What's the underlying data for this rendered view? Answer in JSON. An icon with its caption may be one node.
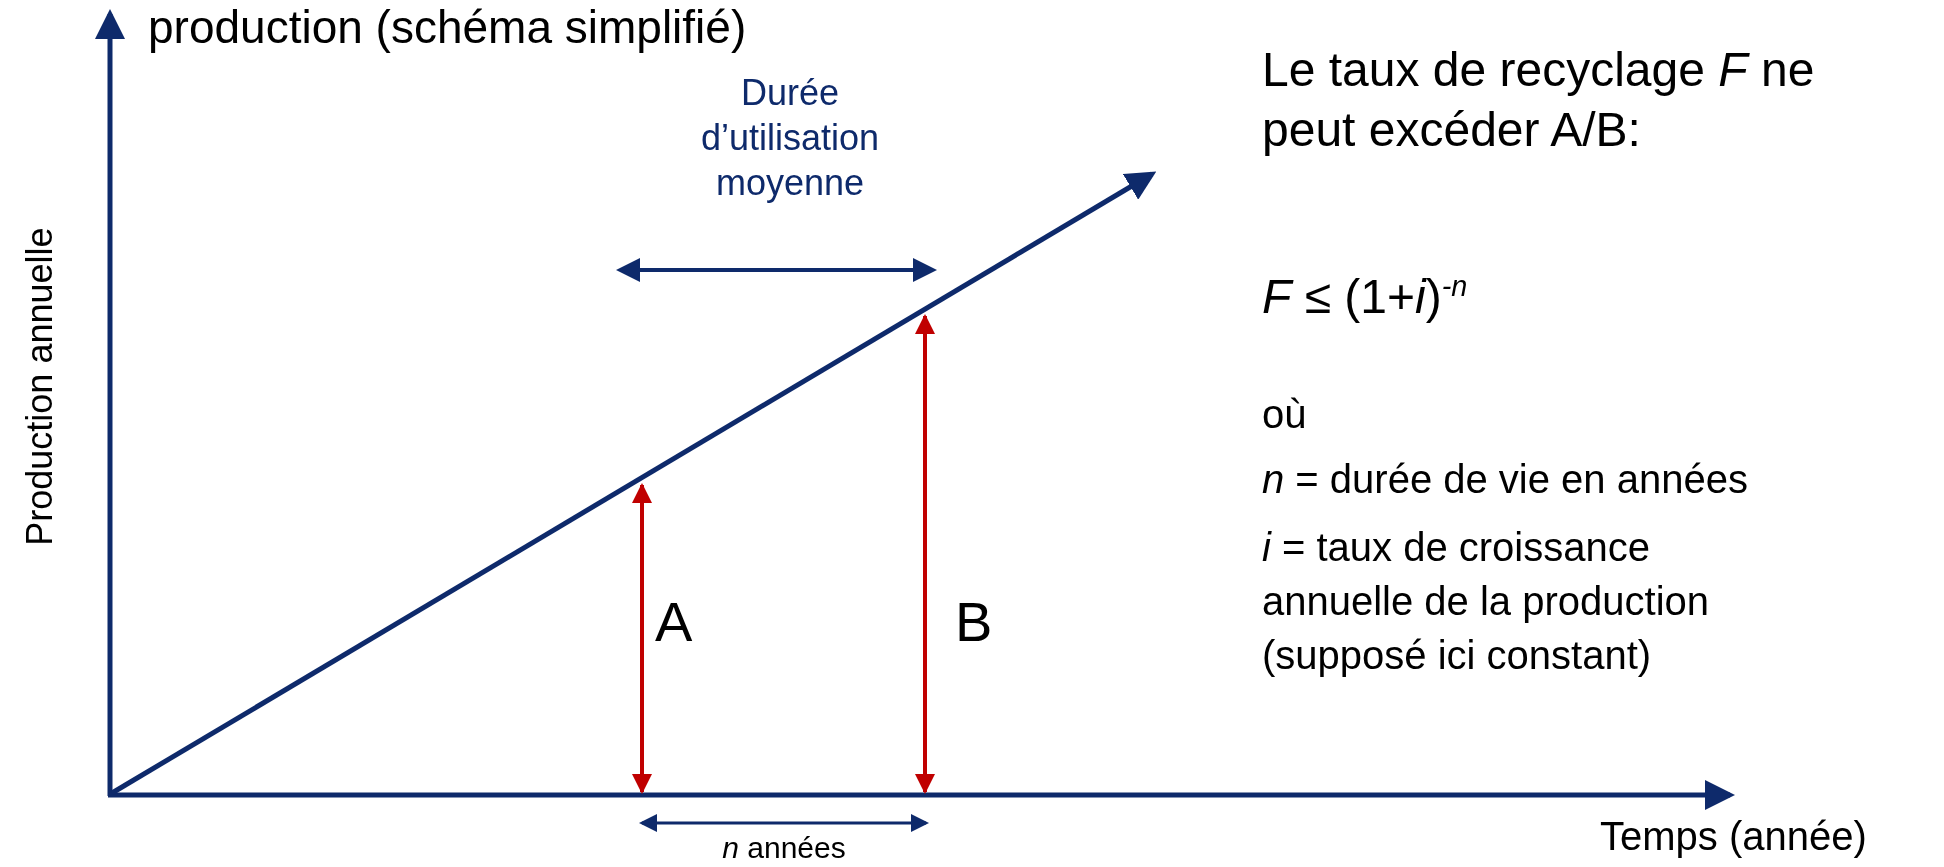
{
  "diagram": {
    "title": "production (schéma simplifié)",
    "labels": [
      "Production annuelle",
      "Durée d’utilisation moyenne",
      "A",
      "B",
      "*n* années",
      "Temps (année)",
      "Le taux de recyclage *F* ne peut excéder A/B:",
      "*F* ≤ (1+*i*)$^{-n}$",
      "où",
      "*n* = durée de vie en années",
      "*i* = taux de croissance annuelle de la production (supposé ici constant)"
    ]
  }
}
